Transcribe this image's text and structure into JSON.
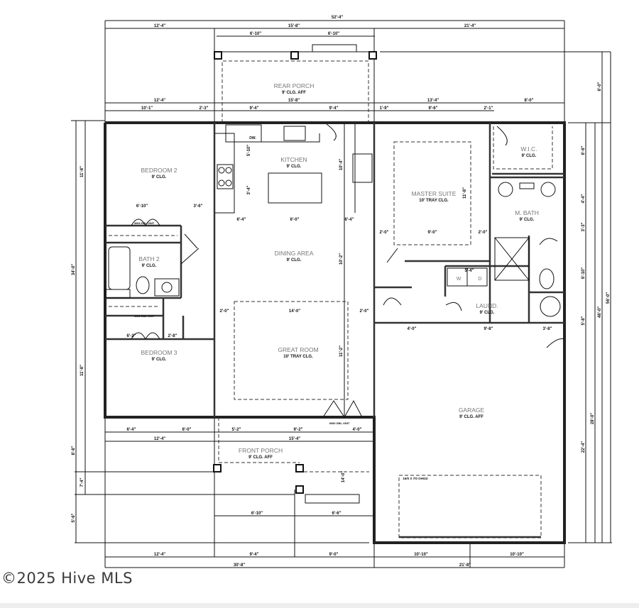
{
  "watermark": "©2025 Hive MLS",
  "rooms": {
    "rear_porch": {
      "name": "REAR PORCH",
      "ceiling": "9' CLG. AFF"
    },
    "kitchen": {
      "name": "KITCHEN",
      "ceiling": "9' CLG."
    },
    "bedroom2": {
      "name": "BEDROOM 2",
      "ceiling": "9' CLG."
    },
    "bath2": {
      "name": "BATH 2",
      "ceiling": "9' CLG."
    },
    "dining": {
      "name": "DINING AREA",
      "ceiling": "9' CLG."
    },
    "great_room": {
      "name": "GREAT ROOM",
      "ceiling": "10' TRAY CLG."
    },
    "bedroom3": {
      "name": "BEDROOM 3",
      "ceiling": "9' CLG."
    },
    "master_suite": {
      "name": "MASTER SUITE",
      "ceiling": "10' TRAY CLG."
    },
    "wic": {
      "name": "W.I.C.",
      "ceiling": "9' CLG."
    },
    "m_bath": {
      "name": "M. BATH",
      "ceiling": "9' CLG."
    },
    "laundry": {
      "name": "LAUND.",
      "ceiling": "9' CLG."
    },
    "garage": {
      "name": "GARAGE",
      "ceiling": "9' CLG. AFF"
    },
    "front_porch": {
      "name": "FRONT PORCH",
      "ceiling": "9' CLG. AFF"
    }
  },
  "labels": {
    "garage_door": "16/0 X 7/0 OHGD",
    "dw": "DW.",
    "washer": "W",
    "dryer": "D",
    "dbl_unit_top": "4068 DBL UNIT",
    "dbl_unit_bottom": "4068 DBL UNIT",
    "front_door": "6080 DBL UNIT"
  },
  "dimensions": {
    "top": [
      "52'-4\"",
      "12'-4\"",
      "15'-8\"",
      "21'-4\"",
      "6'-10\"",
      "6'-10\""
    ],
    "upper": [
      "12'-4\"",
      "15'-8\"",
      "13'-4\"",
      "8'-0\"",
      "10'-1\"",
      "2'-3\"",
      "9'-4\"",
      "9'-4\"",
      "1'-9\"",
      "9'-6\"",
      "2'-1\""
    ],
    "interior": [
      "6'-10\"",
      "3'-6\"",
      "6'-4\"",
      "6'-0\"",
      "6'-4\"",
      "2'-0\"",
      "14'-0\"",
      "2'-0\"",
      "9'-0\"",
      "2'-0\"",
      "2'-0\"",
      "5'-4\"",
      "9'-8\"",
      "6'-2\"",
      "2'-8\"",
      "3'-8\"",
      "4'-0\"",
      "5'-10\"",
      "3'-4\"",
      "10'-4\"",
      "10'-2\"",
      "11'-2\"",
      "11'-8\""
    ],
    "lower": [
      "6'-4\"",
      "6'-0\"",
      "5'-2\"",
      "9'-2\"",
      "4'-0\"",
      "12'-4\"",
      "15'-4\"",
      "6'-10\"",
      "6'-6\"",
      "14'-0\""
    ],
    "bottom": [
      "12'-4\"",
      "9'-4\"",
      "9'-0\"",
      "10'-10\"",
      "10'-10\"",
      "30'-8\"",
      "21'-8\""
    ],
    "left": [
      "11'-8\"",
      "34'-0\"",
      "11'-8\"",
      "8'-8\"",
      "7'-4\"",
      "5'-6\""
    ],
    "right": [
      "6'-0\"",
      "56'-0\"",
      "46'-0\"",
      "28'-0\"",
      "22'-4\"",
      "6'-6\"",
      "4'-4\"",
      "3'-3\"",
      "6'-10\"",
      "5'-8\""
    ]
  }
}
